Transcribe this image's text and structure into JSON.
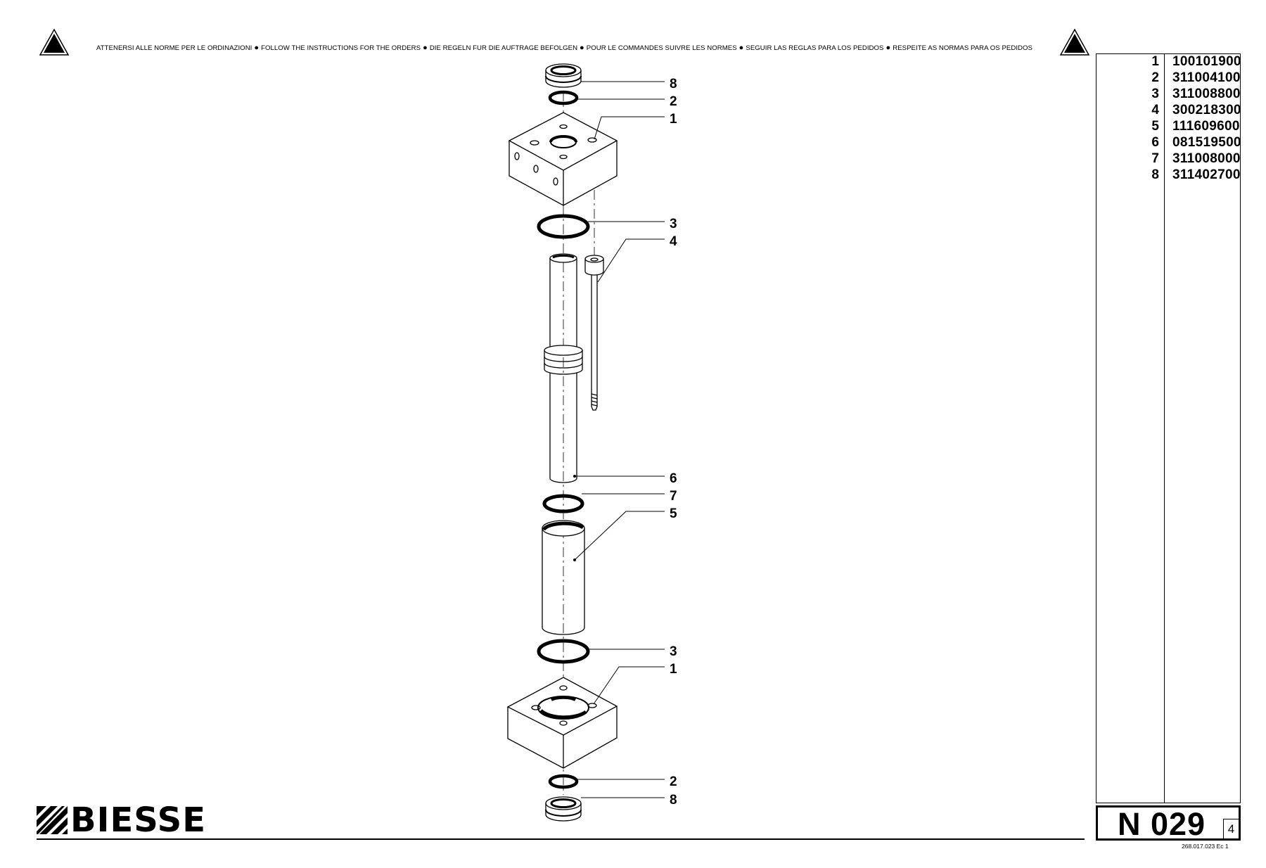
{
  "notice": {
    "items": [
      "ATTENERSI ALLE NORME PER LE ORDINAZIONI",
      "FOLLOW THE INSTRUCTIONS FOR THE ORDERS",
      "DIE REGELN FUR DIE AUFTRAGE BEFOLGEN",
      "POUR LE COMMANDES SUIVRE LES NORMES",
      "SEGUIR LAS REGLAS PARA LOS PEDIDOS",
      "RESPEITE AS NORMAS PARA OS PEDIDOS"
    ],
    "separator": "●"
  },
  "callouts": {
    "top_ring_cap": "8",
    "top_small_ring": "2",
    "top_block": "1",
    "top_large_ring": "3",
    "screw": "4",
    "rod": "6",
    "middle_ring": "7",
    "sleeve": "5",
    "bottom_large_ring": "3",
    "bottom_block": "1",
    "bottom_small_ring": "2",
    "bottom_ring_cap": "8"
  },
  "parts_list": [
    {
      "pos": "1",
      "code": "100101900"
    },
    {
      "pos": "2",
      "code": "311004100"
    },
    {
      "pos": "3",
      "code": "311008800"
    },
    {
      "pos": "4",
      "code": "300218300"
    },
    {
      "pos": "5",
      "code": "111609600"
    },
    {
      "pos": "6",
      "code": "081519500"
    },
    {
      "pos": "7",
      "code": "311008000"
    },
    {
      "pos": "8",
      "code": "311402700"
    }
  ],
  "page_code": "N 029",
  "sheet_number": "4",
  "doc_code": "268.017.023 Ec 1",
  "brand": "BIESSE",
  "colors": {
    "ink": "#000000",
    "paper": "#ffffff"
  }
}
